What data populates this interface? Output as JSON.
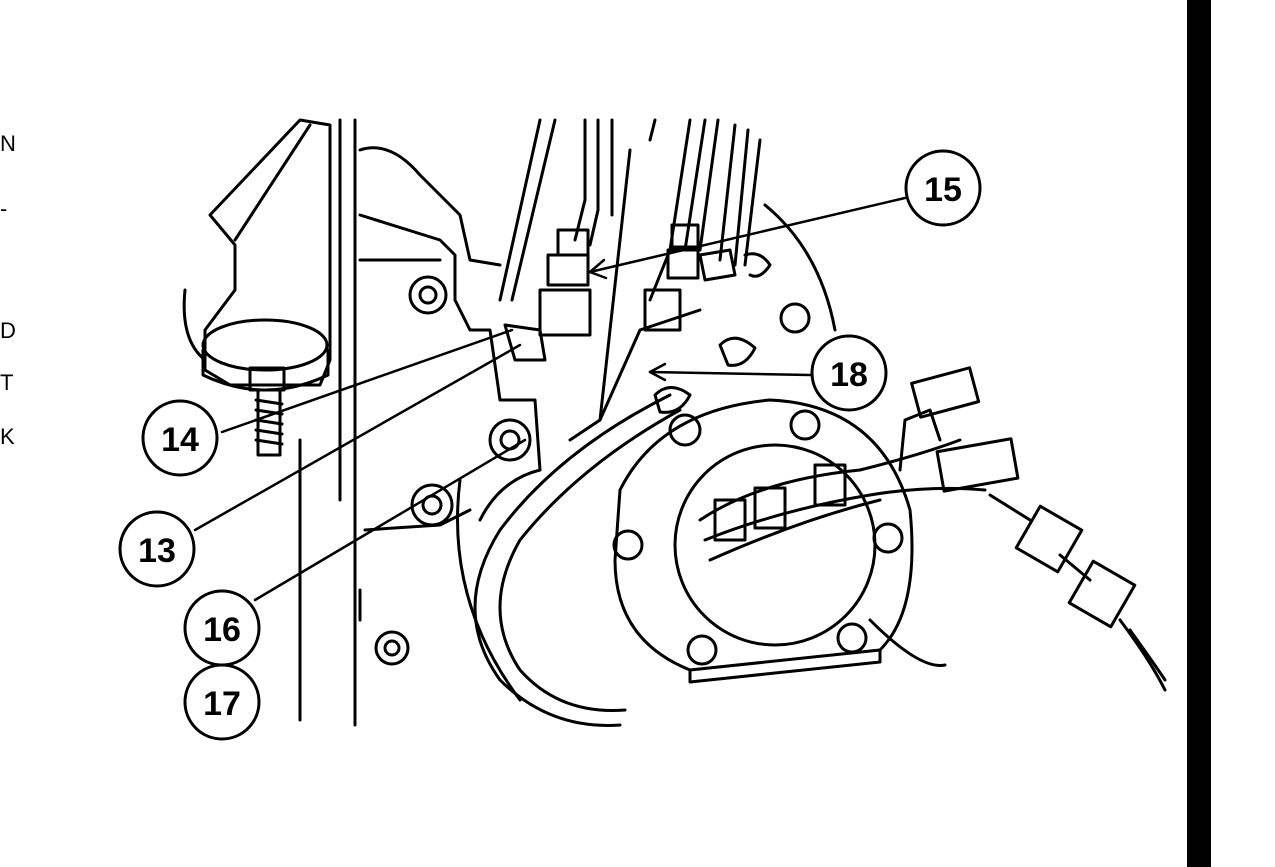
{
  "edge_text": [
    "N",
    "-",
    "D",
    "T",
    "K"
  ],
  "callouts": {
    "c13": "13",
    "c14": "14",
    "c15": "15",
    "c16": "16",
    "c17": "17",
    "c18": "18"
  },
  "colors": {
    "ink": "#000000",
    "paper": "#ffffff"
  }
}
